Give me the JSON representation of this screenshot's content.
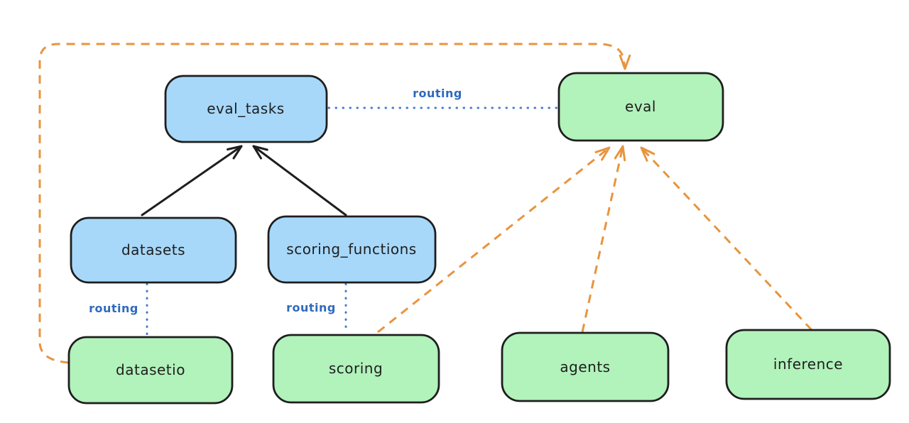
{
  "colors": {
    "background": "#ffffff",
    "blue_fill": "#a7d8fa",
    "green_fill": "#b2f2bb",
    "stroke": "#1e1e1e",
    "orange_line": "#e8943e",
    "blue_dotted_line": "#427ad6",
    "blue_label_text": "#2e6abe"
  },
  "nodes": [
    {
      "id": "eval_tasks",
      "label": "eval_tasks",
      "fill_key": "blue"
    },
    {
      "id": "eval",
      "label": "eval",
      "fill_key": "green"
    },
    {
      "id": "datasets",
      "label": "datasets",
      "fill_key": "blue"
    },
    {
      "id": "scoring_functions",
      "label": "scoring_functions",
      "fill_key": "blue"
    },
    {
      "id": "datasetio",
      "label": "datasetio",
      "fill_key": "green"
    },
    {
      "id": "scoring",
      "label": "scoring",
      "fill_key": "green"
    },
    {
      "id": "agents",
      "label": "agents",
      "fill_key": "green"
    },
    {
      "id": "inference",
      "label": "inference",
      "fill_key": "green"
    }
  ],
  "edges": [
    {
      "from": "datasets",
      "to": "eval_tasks",
      "style": "solid",
      "color": "black",
      "arrowhead": true,
      "label": ""
    },
    {
      "from": "scoring_functions",
      "to": "eval_tasks",
      "style": "solid",
      "color": "black",
      "arrowhead": true,
      "label": ""
    },
    {
      "from": "eval_tasks",
      "to": "eval",
      "style": "dotted",
      "color": "blue",
      "arrowhead": false,
      "label": "routing"
    },
    {
      "from": "datasets",
      "to": "datasetio",
      "style": "dotted",
      "color": "blue",
      "arrowhead": false,
      "label": "routing"
    },
    {
      "from": "scoring_functions",
      "to": "scoring",
      "style": "dotted",
      "color": "blue",
      "arrowhead": false,
      "label": "routing"
    },
    {
      "from": "datasetio",
      "to": "eval",
      "style": "dashed",
      "color": "orange",
      "arrowhead": true,
      "label": "",
      "route": "left-edge-then-top"
    },
    {
      "from": "scoring",
      "to": "eval",
      "style": "dashed",
      "color": "orange",
      "arrowhead": true,
      "label": ""
    },
    {
      "from": "agents",
      "to": "eval",
      "style": "dashed",
      "color": "orange",
      "arrowhead": true,
      "label": ""
    },
    {
      "from": "inference",
      "to": "eval",
      "style": "dashed",
      "color": "orange",
      "arrowhead": true,
      "label": ""
    }
  ]
}
